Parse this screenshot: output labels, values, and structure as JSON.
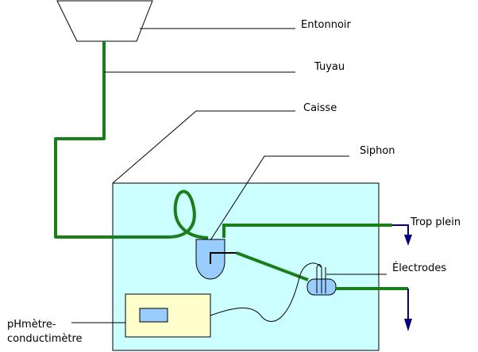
{
  "labels": {
    "funnel": "Entonnoir",
    "pipe": "Tuyau",
    "box": "Caisse",
    "siphon": "Siphon",
    "overflow": "Trop plein",
    "electrodes": "Électrodes",
    "meter_line1": "pHmètre-",
    "meter_line2": "conductimètre"
  },
  "colors": {
    "tank_fill": "#ccffff",
    "pipe": "#1a7f1a",
    "vessel_fill": "#99ccff",
    "meter_fill": "#ffffcc",
    "arrow": "#000080"
  }
}
